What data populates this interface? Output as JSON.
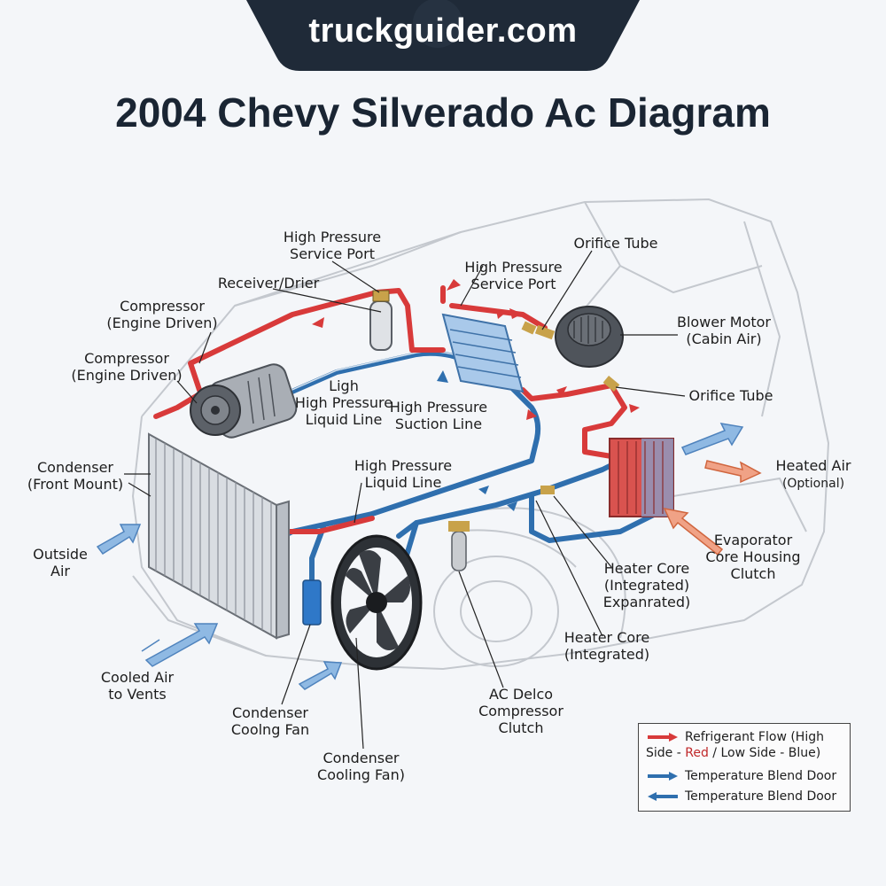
{
  "site": {
    "name": "truckguider.com"
  },
  "title": "2004 Chevy Silverado Ac Diagram",
  "labels": {
    "high_pressure_service_port_top": "High Pressure\nService Port",
    "receiver_drier": "Receiver/Drier",
    "compressor_1": "Compressor\n(Engine Driven)",
    "compressor_2": "Compressor\n(Engine Driven)",
    "orifice_tube_top": "Orifice Tube",
    "high_pressure_service_port_mid": "High Pressure\nService Port",
    "blower_motor": "Blower Motor\n(Cabin Air)",
    "orifice_tube_right": "Orifice Tube",
    "ligh_liquid_line": "Ligh\nHigh Pressure\nLiquid Line",
    "high_pressure_suction_line": "High Pressure\nSuction Line",
    "condenser_front": "Condenser\n(Front Mount)",
    "heated_air": "Heated Air",
    "heated_air_sub": "(Optional)",
    "high_pressure_liquid_line": "High Pressure\nLiquid Line",
    "outside_air": "Outside\nAir",
    "evaporator_core": "Evaporator\nCore Housing\nClutch",
    "heater_core_expanrated": "Heater Core\n(Integrated)\nExpanrated)",
    "heater_core_integrated": "Heater Core\n(Integrated)",
    "cooled_air": "Cooled Air\nto Vents",
    "ac_delco": "AC Delco\nCompressor\nClutch",
    "condenser_fan_1": "Condenser\nCoolng Fan",
    "condenser_fan_2": "Condenser\nCooling Fan)"
  },
  "legend": {
    "refrigerant_line1": "Refrigerant Flow (High",
    "refrigerant_line2_a": "Side - ",
    "refrigerant_line2_red": "Red",
    "refrigerant_line2_b": " / Low Side - Blue)",
    "temp_blend_1": "Temperature Blend Door",
    "temp_blend_2": "Temperature Blend Door"
  },
  "colors": {
    "high_side": "#d83a3a",
    "low_side": "#2f6fae",
    "air_arrow": "#8fb9e3",
    "heat_arrow": "#f0a286",
    "banner": "#1f2a38"
  }
}
